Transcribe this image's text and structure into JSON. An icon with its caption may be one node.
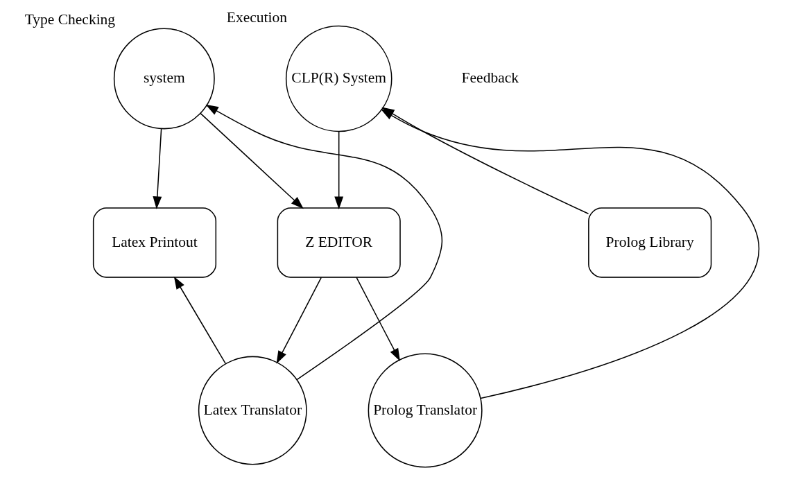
{
  "diagram": {
    "nodes": [
      {
        "text": [
          "system"
        ],
        "beside": [
          "Type Checking"
        ]
      },
      {
        "text": [
          "CLP(R) System"
        ],
        "beside": [
          "Execution"
        ]
      },
      {
        "text": [
          "Latex Printout"
        ]
      },
      {
        "text": [
          "Z EDITOR"
        ]
      },
      {
        "text": [
          "Prolog Library"
        ]
      },
      {
        "text": [
          "Latex Translator"
        ]
      },
      {
        "text": [
          "Prolog Translator"
        ]
      }
    ],
    "edges": [
      {
        "from": 0,
        "to": 2,
        "arrow": "to"
      },
      {
        "from": 0,
        "to": 3,
        "arrow": "to"
      },
      {
        "from": 1,
        "to": 3,
        "arrow": "to"
      },
      {
        "from": 4,
        "to": 1,
        "arrow": "to"
      },
      {
        "from": 5,
        "to": 0,
        "arrow": "to"
      },
      {
        "from": 5,
        "to": 2,
        "arrow": "to"
      },
      {
        "from": 3,
        "to": 5,
        "arrow": "to"
      },
      {
        "from": 3,
        "to": 6,
        "arrow": "to"
      },
      {
        "from": 6,
        "to": 1,
        "arrow": "to"
      }
    ],
    "labels": [
      "Feedback"
    ]
  }
}
